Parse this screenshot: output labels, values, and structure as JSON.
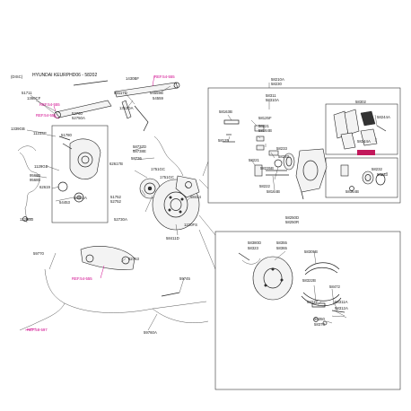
{
  "header": {
    "variant": "(DISC)",
    "model": "HYUNDAI KEURPHD06 - 58202"
  },
  "refs": {
    "r1": "REF.54-555",
    "r2": "REF.54-555",
    "r3": "REF.54-555",
    "r4": "REF.54-555",
    "r5": "REF.58-597"
  },
  "labels": {
    "l_1430BF": "1430BF",
    "l_51711": "51711",
    "l_1360CF": "1360CF",
    "l_55117D": "55117D",
    "l_54559B": "54559B",
    "l_54559": "54559",
    "l_1313DA": "1313DA",
    "l_52760": "52760",
    "l_52750A": "52750A",
    "l_1339GB": "1339GB",
    "l_1123SE": "1123SE",
    "l_51780": "51780",
    "l_58737D": "58737D",
    "l_58738E": "58738E",
    "l_58736": "58736",
    "l_1129GE": "1129GE",
    "l_62617B": "62617B",
    "l_1751GC_a": "1751GC",
    "l_1751GC_b": "1751GC",
    "l_95680": "95680",
    "l_95685": "95685",
    "l_62619": "62619",
    "l_54453": "54453",
    "l_58002A": "58002A",
    "l_51752": "51752",
    "l_52752": "52752",
    "l_58414": "58414",
    "l_1129ED": "1129ED",
    "l_52730A": "52730A",
    "l_1220FS": "1220FS",
    "l_58411D": "58411D",
    "l_52763": "52763",
    "l_59770": "59770",
    "l_59745": "59745",
    "l_59760A": "59760A",
    "l_58210A": "58210A",
    "l_58230": "58230",
    "l_58311": "58311",
    "l_58310A": "58310A",
    "l_58163B": "58163B",
    "l_58302": "58302",
    "l_58125F": "58125F",
    "l_58244A_a": "58244A",
    "l_58221": "58221",
    "l_58164B_a": "58164B",
    "l_58125": "58125",
    "l_58233_a": "58233",
    "l_58244A_b": "58244A",
    "l_58221b": "58221",
    "l_58233_b": "58233",
    "l_58235B": "58235B",
    "l_58222": "58222",
    "l_58164B_b": "58164B",
    "l_58232": "58232",
    "l_58233_c": "58233",
    "l_58164B_c": "58164B",
    "l_58250D": "58250D",
    "l_58250R": "58250R",
    "l_58380D": "58380D",
    "l_58323": "58323",
    "l_58355": "58355",
    "l_58365": "58365",
    "l_58305B": "58305B",
    "l_58322B": "58322B",
    "l_58472": "58472",
    "l_58277": "58277",
    "l_58311A": "58311A",
    "l_58312A": "58312A",
    "l_58350": "58350",
    "l_58370": "58370"
  }
}
